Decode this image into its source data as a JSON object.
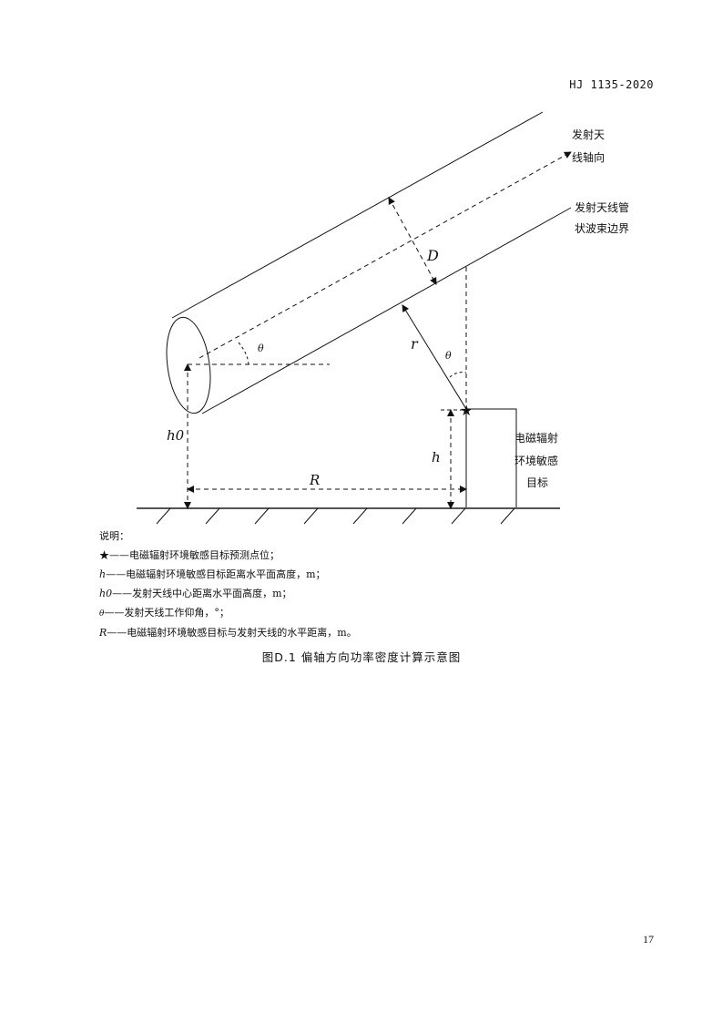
{
  "header": {
    "doc_code": "HJ 1135-2020"
  },
  "diagram": {
    "axis_label_line1": "发射天",
    "axis_label_line2": "线轴向",
    "boundary_label_line1": "发射天线管",
    "boundary_label_line2": "状波束边界",
    "target_label_line1": "电磁辐射",
    "target_label_line2": "环境敏感",
    "target_label_line3": "目标",
    "symbol_D": "D",
    "symbol_r": "r",
    "symbol_theta": "θ",
    "symbol_h0": "h0",
    "symbol_h": "h",
    "symbol_R": "R"
  },
  "legend": {
    "title": "说明：",
    "items": [
      {
        "symbol": "★",
        "text": "——电磁辐射环境敏感目标预测点位；"
      },
      {
        "symbol": "h",
        "text": "——电磁辐射环境敏感目标距离水平面高度，m；"
      },
      {
        "symbol": "h0",
        "text": "——发射天线中心距离水平面高度，m；"
      },
      {
        "symbol": "θ",
        "text": "——发射天线工作仰角，°；"
      },
      {
        "symbol": "R",
        "text": "——电磁辐射环境敏感目标与发射天线的水平距离，m。"
      }
    ]
  },
  "caption": "图D.1 偏轴方向功率密度计算示意图",
  "page_number": "17"
}
